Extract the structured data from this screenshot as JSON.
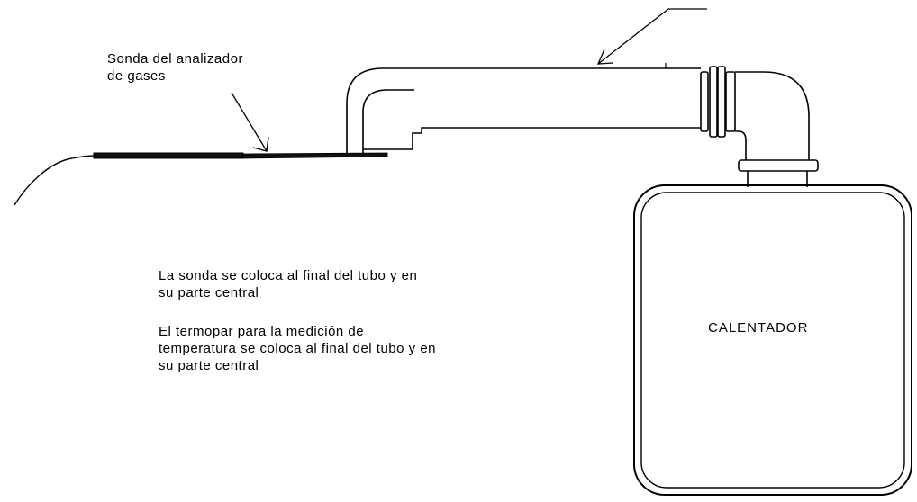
{
  "labels": {
    "probe": {
      "line1": "Sonda del analizador",
      "line2": "de gases"
    },
    "note_probe": {
      "line1": "La sonda se coloca al final del tubo y en",
      "line2": "su parte central"
    },
    "note_thermocouple": {
      "line1": "El termopar para la medición de",
      "line2": "temperatura se coloca al final del tubo y en",
      "line3": "su parte central"
    },
    "heater": "CALENTADOR"
  },
  "colors": {
    "stroke": "#000000",
    "background": "#ffffff",
    "probe_fill": "#111111"
  }
}
